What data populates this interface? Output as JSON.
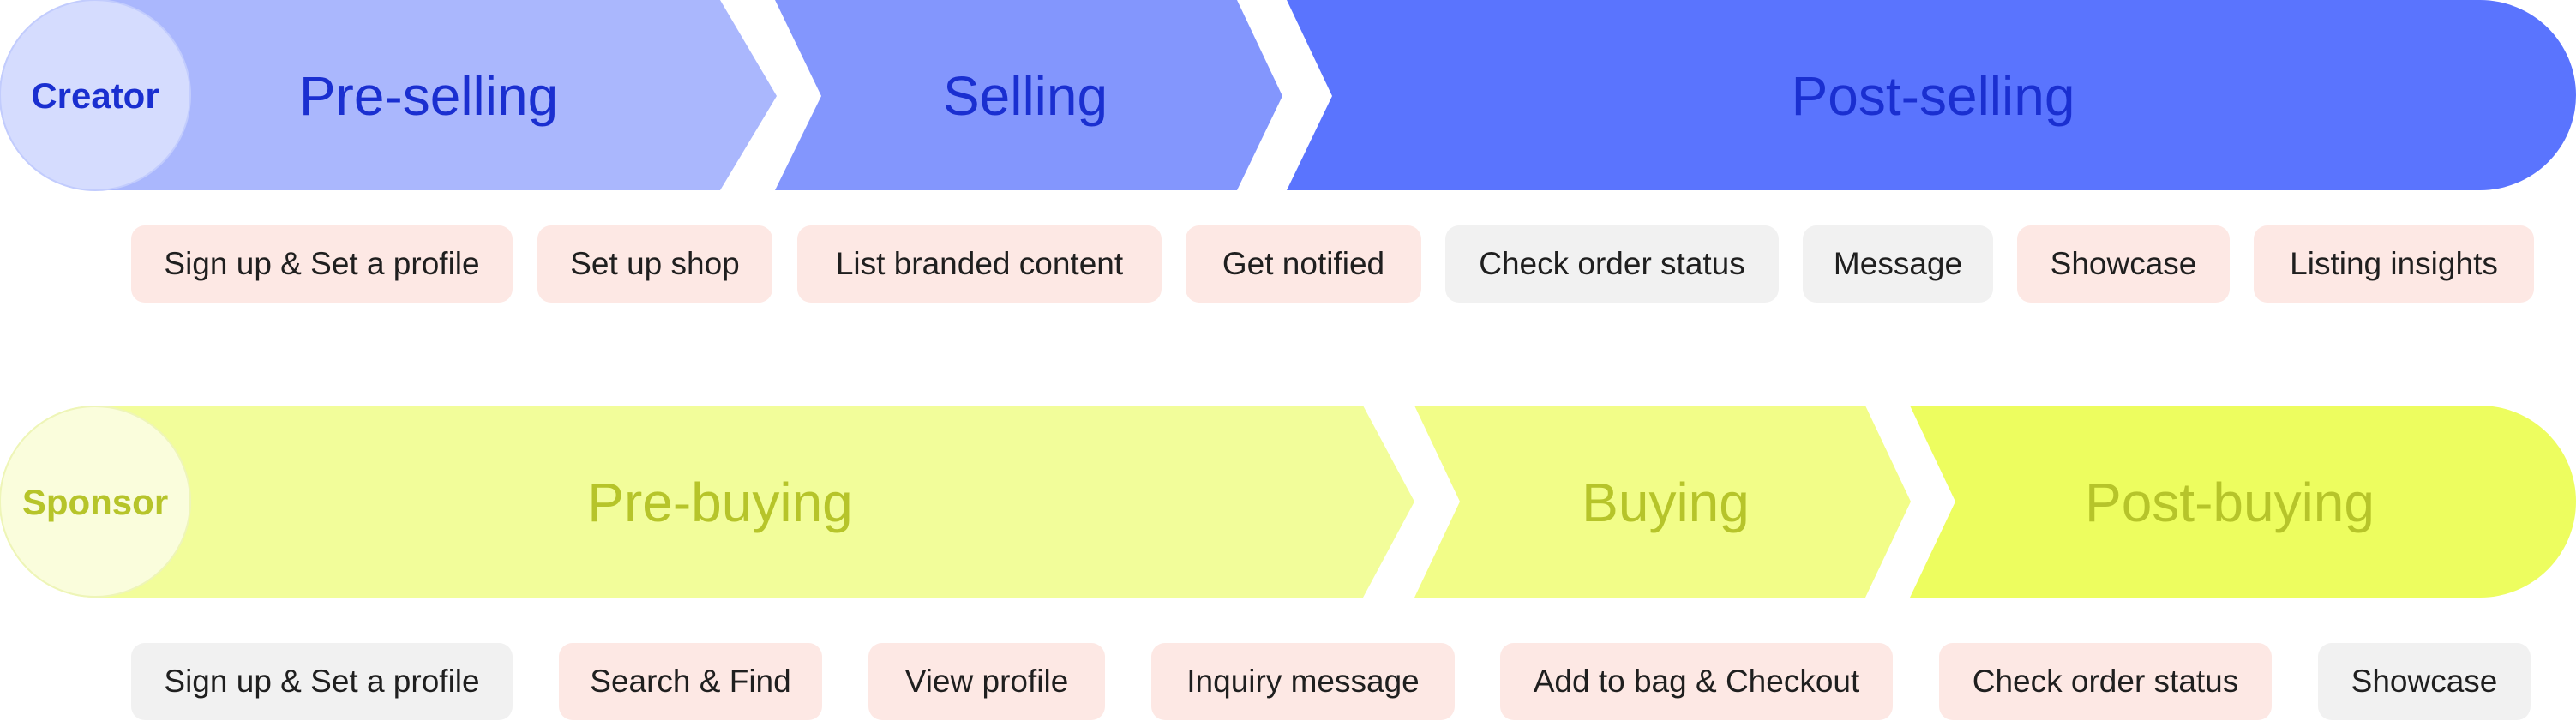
{
  "creator": {
    "role": "Creator",
    "stages": [
      "Pre-selling",
      "Selling",
      "Post-selling"
    ],
    "actions": [
      {
        "label": "Sign up & Set a profile",
        "tone": "pink"
      },
      {
        "label": "Set up shop",
        "tone": "pink"
      },
      {
        "label": "List branded content",
        "tone": "pink"
      },
      {
        "label": "Get notified",
        "tone": "pink"
      },
      {
        "label": "Check order status",
        "tone": "grey"
      },
      {
        "label": "Message",
        "tone": "grey"
      },
      {
        "label": "Showcase",
        "tone": "pink"
      },
      {
        "label": "Listing insights",
        "tone": "pink"
      }
    ]
  },
  "sponsor": {
    "role": "Sponsor",
    "stages": [
      "Pre-buying",
      "Buying",
      "Post-buying"
    ],
    "actions": [
      {
        "label": "Sign up & Set a profile",
        "tone": "grey"
      },
      {
        "label": "Search & Find",
        "tone": "pink"
      },
      {
        "label": "View profile",
        "tone": "pink"
      },
      {
        "label": "Inquiry message",
        "tone": "pink"
      },
      {
        "label": "Add to bag & Checkout",
        "tone": "pink"
      },
      {
        "label": "Check order status",
        "tone": "pink"
      },
      {
        "label": "Showcase",
        "tone": "grey"
      }
    ]
  },
  "colors": {
    "creator_stage_1": "#aab7fd",
    "creator_stage_2": "#8396fd",
    "creator_stage_3": "#5a74fe",
    "creator_circle": "#d5dcfe",
    "creator_text": "#1a2fd0",
    "sponsor_stage_1": "#f2fd9a",
    "sponsor_stage_2": "#f2fd88",
    "sponsor_stage_3": "#edfd5f",
    "sponsor_circle": "#fafddc",
    "sponsor_text": "#b6c42a",
    "chip_pink": "#fde8e4",
    "chip_grey": "#f1f1f1"
  }
}
